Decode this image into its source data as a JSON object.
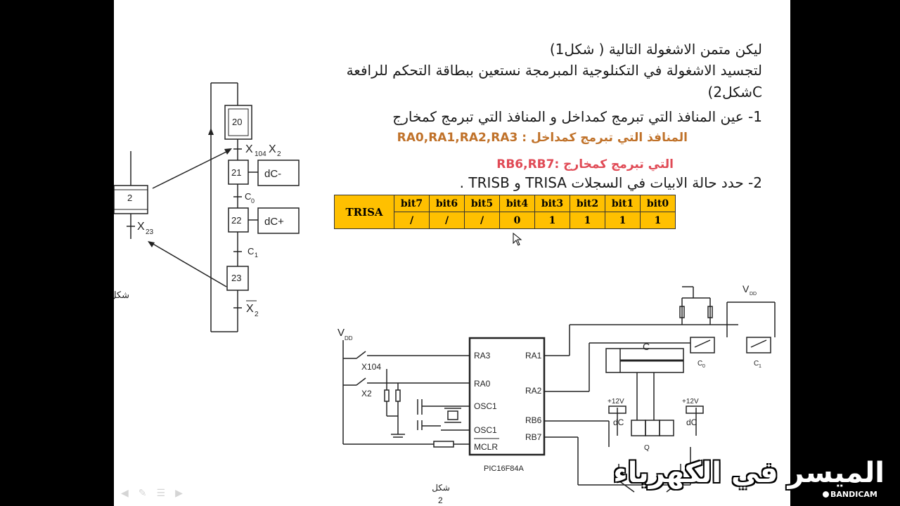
{
  "slide": {
    "line1": "ليكن متمن الاشغولة التالية ( شكل1)",
    "line2": "لتجسيد الاشغولة في التكنلوجية المبرمجة نستعين ببطاقة التحكم  للرافعة",
    "line3": "Cشكل2)",
    "question1": "1-  عين المنافذ التي تبرمج كمداخل و المنافذ التي تبرمج كمخارج",
    "answer_inputs": "المنافذ التي تبرمج كمداخل :  RA0,RA1,RA2,RA3",
    "answer_outputs": "التي تبرمج كمخارج :RB6,RB7",
    "question2": "2- حدد حالة الابيات في السجلات TRISA و TRISB .",
    "table": {
      "row_label": "TRISA",
      "bits": [
        "bit7",
        "bit6",
        "bit5",
        "bit4",
        "bit3",
        "bit2",
        "bit1",
        "bit0"
      ],
      "values": [
        "/",
        "/",
        "/",
        "0",
        "1",
        "1",
        "1",
        "1"
      ],
      "fill_color": "#ffc000"
    },
    "figure1_label": "شكل1",
    "figure2_label": "شكل",
    "figure2_num": "2"
  },
  "grafcet": {
    "step_initial": "20",
    "step_21": "21",
    "step_22": "22",
    "step_23": "23",
    "macro_step": "2",
    "action_21": "dC-",
    "action_22": "dC+",
    "trans_x104": "X",
    "trans_x104_sub": "104",
    "trans_x2": "X",
    "trans_x2_sub": "2",
    "trans_c0": "C",
    "trans_c0_sub": "0",
    "trans_c1": "C",
    "trans_c1_sub": "1",
    "trans_x2bar": "X",
    "trans_x2bar_sub": "2",
    "trans_x23": "X",
    "trans_x23_sub": "23"
  },
  "circuit": {
    "vdd": "V",
    "vdd_sub": "DD",
    "x104": "X104",
    "x2": "X2",
    "chip_name": "PIC16F84A",
    "pin_ra3": "RA3",
    "pin_ra0": "RA0",
    "pin_osc1a": "OSC1",
    "pin_osc1b": "OSC1",
    "pin_mclr": "MCLR",
    "pin_ra1": "RA1",
    "pin_ra2": "RA2",
    "pin_rb6": "RB6",
    "pin_rb7": "RB7",
    "cylinder": "C",
    "c0": "C",
    "c0_sub": "0",
    "c1": "C",
    "c1_sub": "1",
    "plus12a": "+12V",
    "plus12b": "+12V",
    "dc_minus": "dC",
    "dc_plus": "dC",
    "valve": "Q"
  },
  "watermark": "الميسر في الكهرباء",
  "recorder": "BANDICAM",
  "toolbar_icons": [
    "arrow-left-icon",
    "pen-icon",
    "menu-icon",
    "arrow-right-icon"
  ]
}
